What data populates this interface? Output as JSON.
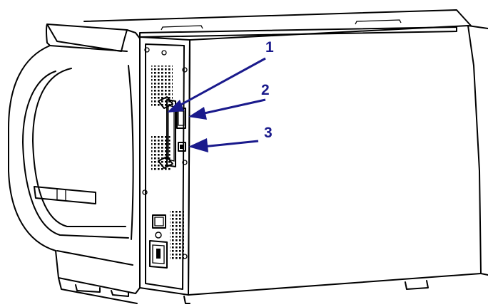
{
  "callouts": [
    {
      "label": "1",
      "target": "parallel-port"
    },
    {
      "label": "2",
      "target": "serial-port"
    },
    {
      "label": "3",
      "target": "usb-port"
    }
  ],
  "colors": {
    "callout": "#1a1a8c",
    "outline": "#000000",
    "background": "#ffffff"
  }
}
